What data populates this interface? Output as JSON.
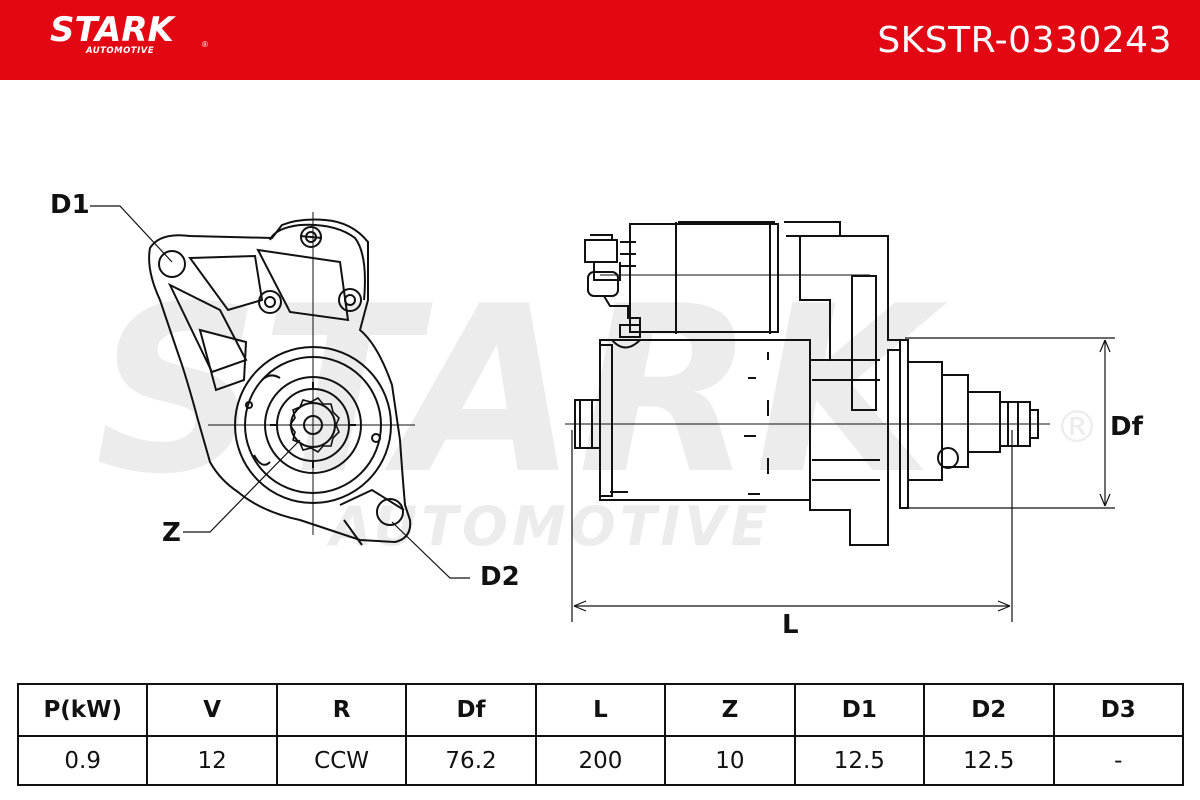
{
  "brand": {
    "name": "STARK",
    "tagline": "AUTOMOTIVE",
    "registered": "®"
  },
  "part_number": "SKSTR-0330243",
  "watermark": {
    "main": "STARK",
    "sub": "AUTOMOTIVE",
    "registered": "®"
  },
  "dimension_labels": {
    "d1": "D1",
    "d2": "D2",
    "z": "Z",
    "df": "Df",
    "l": "L"
  },
  "specs": {
    "headers": [
      "P(kW)",
      "V",
      "R",
      "Df",
      "L",
      "Z",
      "D1",
      "D2",
      "D3"
    ],
    "values": [
      "0.9",
      "12",
      "CCW",
      "76.2",
      "200",
      "10",
      "12.5",
      "12.5",
      "-"
    ]
  }
}
